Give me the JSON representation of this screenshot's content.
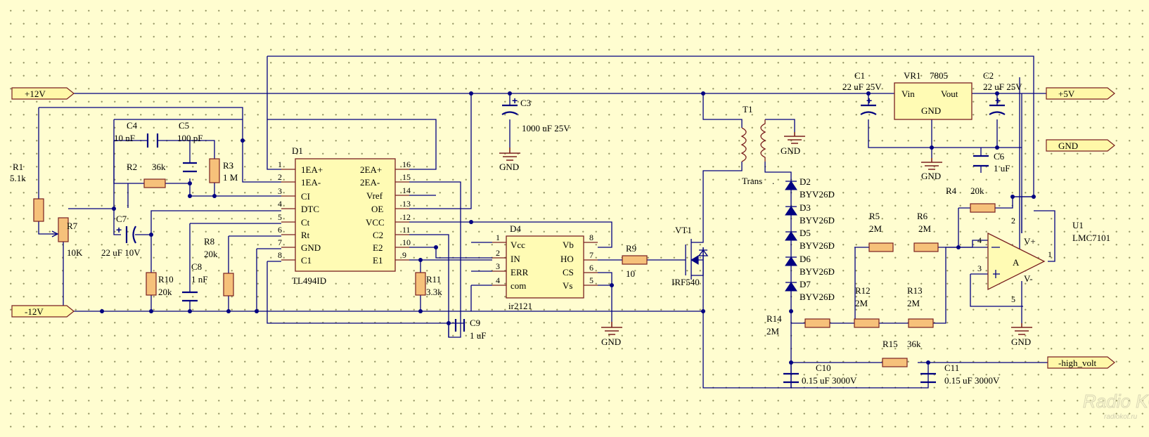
{
  "ports": {
    "p12v": "+12V",
    "m12v": "-12V",
    "p5v": "+5V",
    "gnd": "GND",
    "high_volt": "-high_volt"
  },
  "gnd_label": "GND",
  "components": {
    "R1": {
      "ref": "R1",
      "value": "5.1k"
    },
    "R2": {
      "ref": "R2",
      "value": "36k"
    },
    "R3": {
      "ref": "R3",
      "value": "1 M"
    },
    "R4": {
      "ref": "R4",
      "value": "20k"
    },
    "R5": {
      "ref": "R5",
      "value": "2M"
    },
    "R6": {
      "ref": "R6",
      "value": "2M"
    },
    "R7": {
      "ref": "R7",
      "value": "10K"
    },
    "R8": {
      "ref": "R8",
      "value": "20k"
    },
    "R9": {
      "ref": "R9",
      "value": "10"
    },
    "R10": {
      "ref": "R10",
      "value": "20k"
    },
    "R11": {
      "ref": "R11",
      "value": "3.3k"
    },
    "R12": {
      "ref": "R12",
      "value": "2M"
    },
    "R13": {
      "ref": "R13",
      "value": "2M"
    },
    "R14": {
      "ref": "R14",
      "value": "2M"
    },
    "R15": {
      "ref": "R15",
      "value": "36k"
    },
    "C1": {
      "ref": "C1",
      "value": "22 uF 25V"
    },
    "C2": {
      "ref": "C2",
      "value": "22 uF 25V"
    },
    "C3": {
      "ref": "C3",
      "value": "1000 uF 25V"
    },
    "C4": {
      "ref": "C4",
      "value": "10 nF"
    },
    "C5": {
      "ref": "C5",
      "value": "100 pF"
    },
    "C6": {
      "ref": "C6",
      "value": "1 uF"
    },
    "C7": {
      "ref": "C7",
      "value": "22 uF 10V"
    },
    "C8": {
      "ref": "C8",
      "value": "1 nF"
    },
    "C9": {
      "ref": "C9",
      "value": "1 uF"
    },
    "C10": {
      "ref": "C10",
      "value": "0.15 uF 3000V"
    },
    "C11": {
      "ref": "C11",
      "value": "0.15 uF 3000V"
    },
    "D2": {
      "ref": "D2",
      "value": "BYV26D"
    },
    "D3": {
      "ref": "D3",
      "value": "BYV26D"
    },
    "D5": {
      "ref": "D5",
      "value": "BYV26D"
    },
    "D6": {
      "ref": "D6",
      "value": "BYV26D"
    },
    "D7": {
      "ref": "D7",
      "value": "BYV26D"
    },
    "T1": {
      "ref": "T1",
      "value": "Trans"
    },
    "VT1": {
      "ref": "VT1",
      "value": "IRF540"
    },
    "VR1": {
      "ref": "VR1",
      "value": "7805",
      "vin": "Vin",
      "vout": "Vout",
      "gnd": "GND"
    },
    "D1": {
      "ref": "D1",
      "value": "TL494ID",
      "left_pins": [
        {
          "num": "1",
          "name": "1EA+"
        },
        {
          "num": "2",
          "name": "1EA-"
        },
        {
          "num": "3",
          "name": "CI"
        },
        {
          "num": "4",
          "name": "DTC"
        },
        {
          "num": "5",
          "name": "Ct"
        },
        {
          "num": "6",
          "name": "Rt"
        },
        {
          "num": "7",
          "name": "GND"
        },
        {
          "num": "8",
          "name": "C1"
        }
      ],
      "right_pins": [
        {
          "num": "16",
          "name": "2EA+"
        },
        {
          "num": "15",
          "name": "2EA-"
        },
        {
          "num": "14",
          "name": "Vref"
        },
        {
          "num": "13",
          "name": "OE"
        },
        {
          "num": "12",
          "name": "VCC"
        },
        {
          "num": "11",
          "name": "C2"
        },
        {
          "num": "10",
          "name": "E2"
        },
        {
          "num": "9",
          "name": "E1"
        }
      ]
    },
    "D4": {
      "ref": "D4",
      "value": "ir2121",
      "left_pins": [
        {
          "num": "1",
          "name": "Vcc"
        },
        {
          "num": "2",
          "name": "IN"
        },
        {
          "num": "3",
          "name": "ERR"
        },
        {
          "num": "4",
          "name": "com"
        }
      ],
      "right_pins": [
        {
          "num": "8",
          "name": "Vb"
        },
        {
          "num": "7",
          "name": "HO"
        },
        {
          "num": "6",
          "name": "CS"
        },
        {
          "num": "5",
          "name": "Vs"
        }
      ]
    },
    "U1": {
      "ref": "U1",
      "value": "LMC7101",
      "a": "A",
      "vplus": "V+",
      "vminus": "V-",
      "pin1": "1",
      "pin2": "2",
      "pin3": "3",
      "pin4": "4",
      "pin5": "5"
    }
  },
  "watermark": {
    "main": "Radio KOT",
    "sub": "radiokot.ru"
  }
}
